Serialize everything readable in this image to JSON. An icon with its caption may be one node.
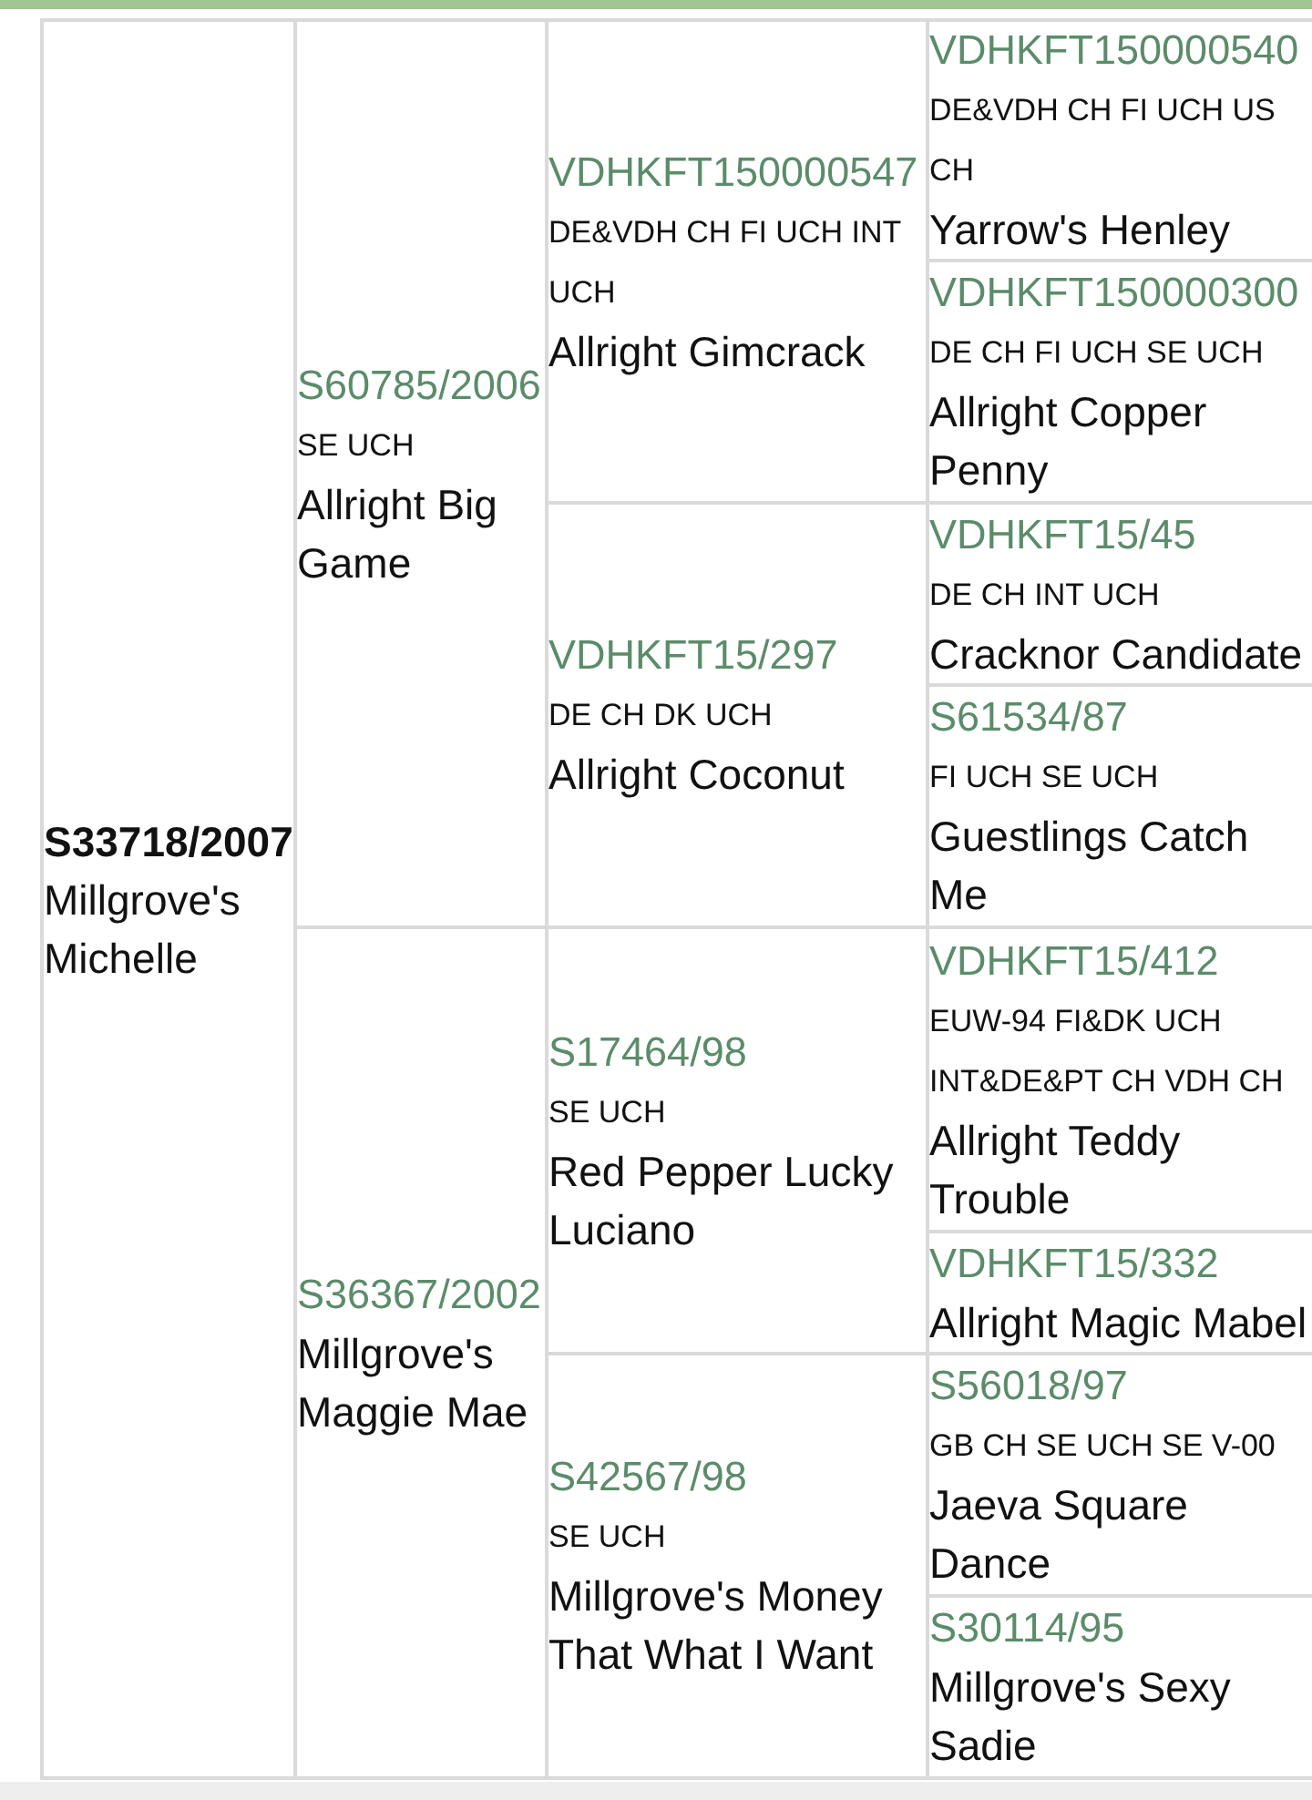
{
  "diagram": {
    "nodes": [
      {
        "text": [
          "S33718/2007",
          "Millgrove's Michelle"
        ]
      },
      {
        "text": [
          "S60785/2006",
          "SE UCH",
          "Allright Big Game"
        ]
      },
      {
        "text": [
          "VDHKFT150000547",
          "DE&VDH CH FI UCH INT UCH",
          "Allright Gimcrack"
        ]
      },
      {
        "text": [
          "VDHKFT150000540",
          "DE&VDH CH FI UCH US CH",
          "Yarrow's Henley"
        ]
      },
      {
        "text": [
          "VDHKFT150000300",
          "DE CH FI UCH SE UCH",
          "Allright Copper Penny"
        ]
      },
      {
        "text": [
          "VDHKFT15/297",
          "DE CH DK UCH",
          "Allright Coconut"
        ]
      },
      {
        "text": [
          "VDHKFT15/45",
          "DE CH INT UCH",
          "Cracknor Candidate"
        ]
      },
      {
        "text": [
          "S61534/87",
          "FI UCH SE UCH",
          "Guestlings Catch Me"
        ]
      },
      {
        "text": [
          "S36367/2002",
          "Millgrove's Maggie Mae"
        ]
      },
      {
        "text": [
          "S17464/98",
          "SE UCH",
          "Red Pepper Lucky Luciano"
        ]
      },
      {
        "text": [
          "VDHKFT15/412",
          "EUW-94 FI&DK UCH INT&DE&PT CH VDH CH",
          "Allright Teddy Trouble"
        ]
      },
      {
        "text": [
          "VDHKFT15/332",
          "Allright Magic Mabel"
        ]
      },
      {
        "text": [
          "S42567/98",
          "SE UCH",
          "Millgrove's Money That What I Want"
        ]
      },
      {
        "text": [
          "S56018/97",
          "GB CH SE UCH SE V-00",
          "Jaeva Square Dance"
        ]
      },
      {
        "text": [
          "S30114/95",
          "Millgrove's Sexy Sadie"
        ]
      }
    ]
  }
}
